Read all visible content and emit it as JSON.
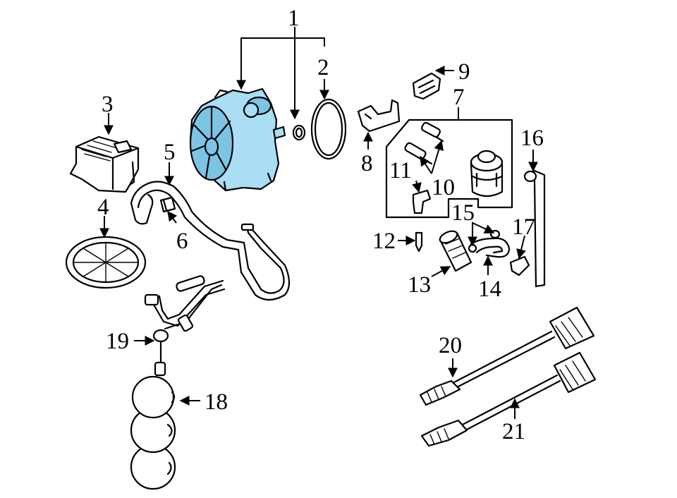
{
  "colors": {
    "highlight": "#a9def5",
    "highlight_dark": "#7cc4e4",
    "line": "#000000",
    "background": "#ffffff"
  },
  "callouts": {
    "c1": "1",
    "c2": "2",
    "c3": "3",
    "c4": "4",
    "c5": "5",
    "c6": "6",
    "c7": "7",
    "c8": "8",
    "c9": "9",
    "c10": "10",
    "c11": "11",
    "c12": "12",
    "c13": "13",
    "c14": "14",
    "c15": "15",
    "c16": "16",
    "c17": "17",
    "c18": "18",
    "c19": "19",
    "c20": "20",
    "c21": "21"
  }
}
